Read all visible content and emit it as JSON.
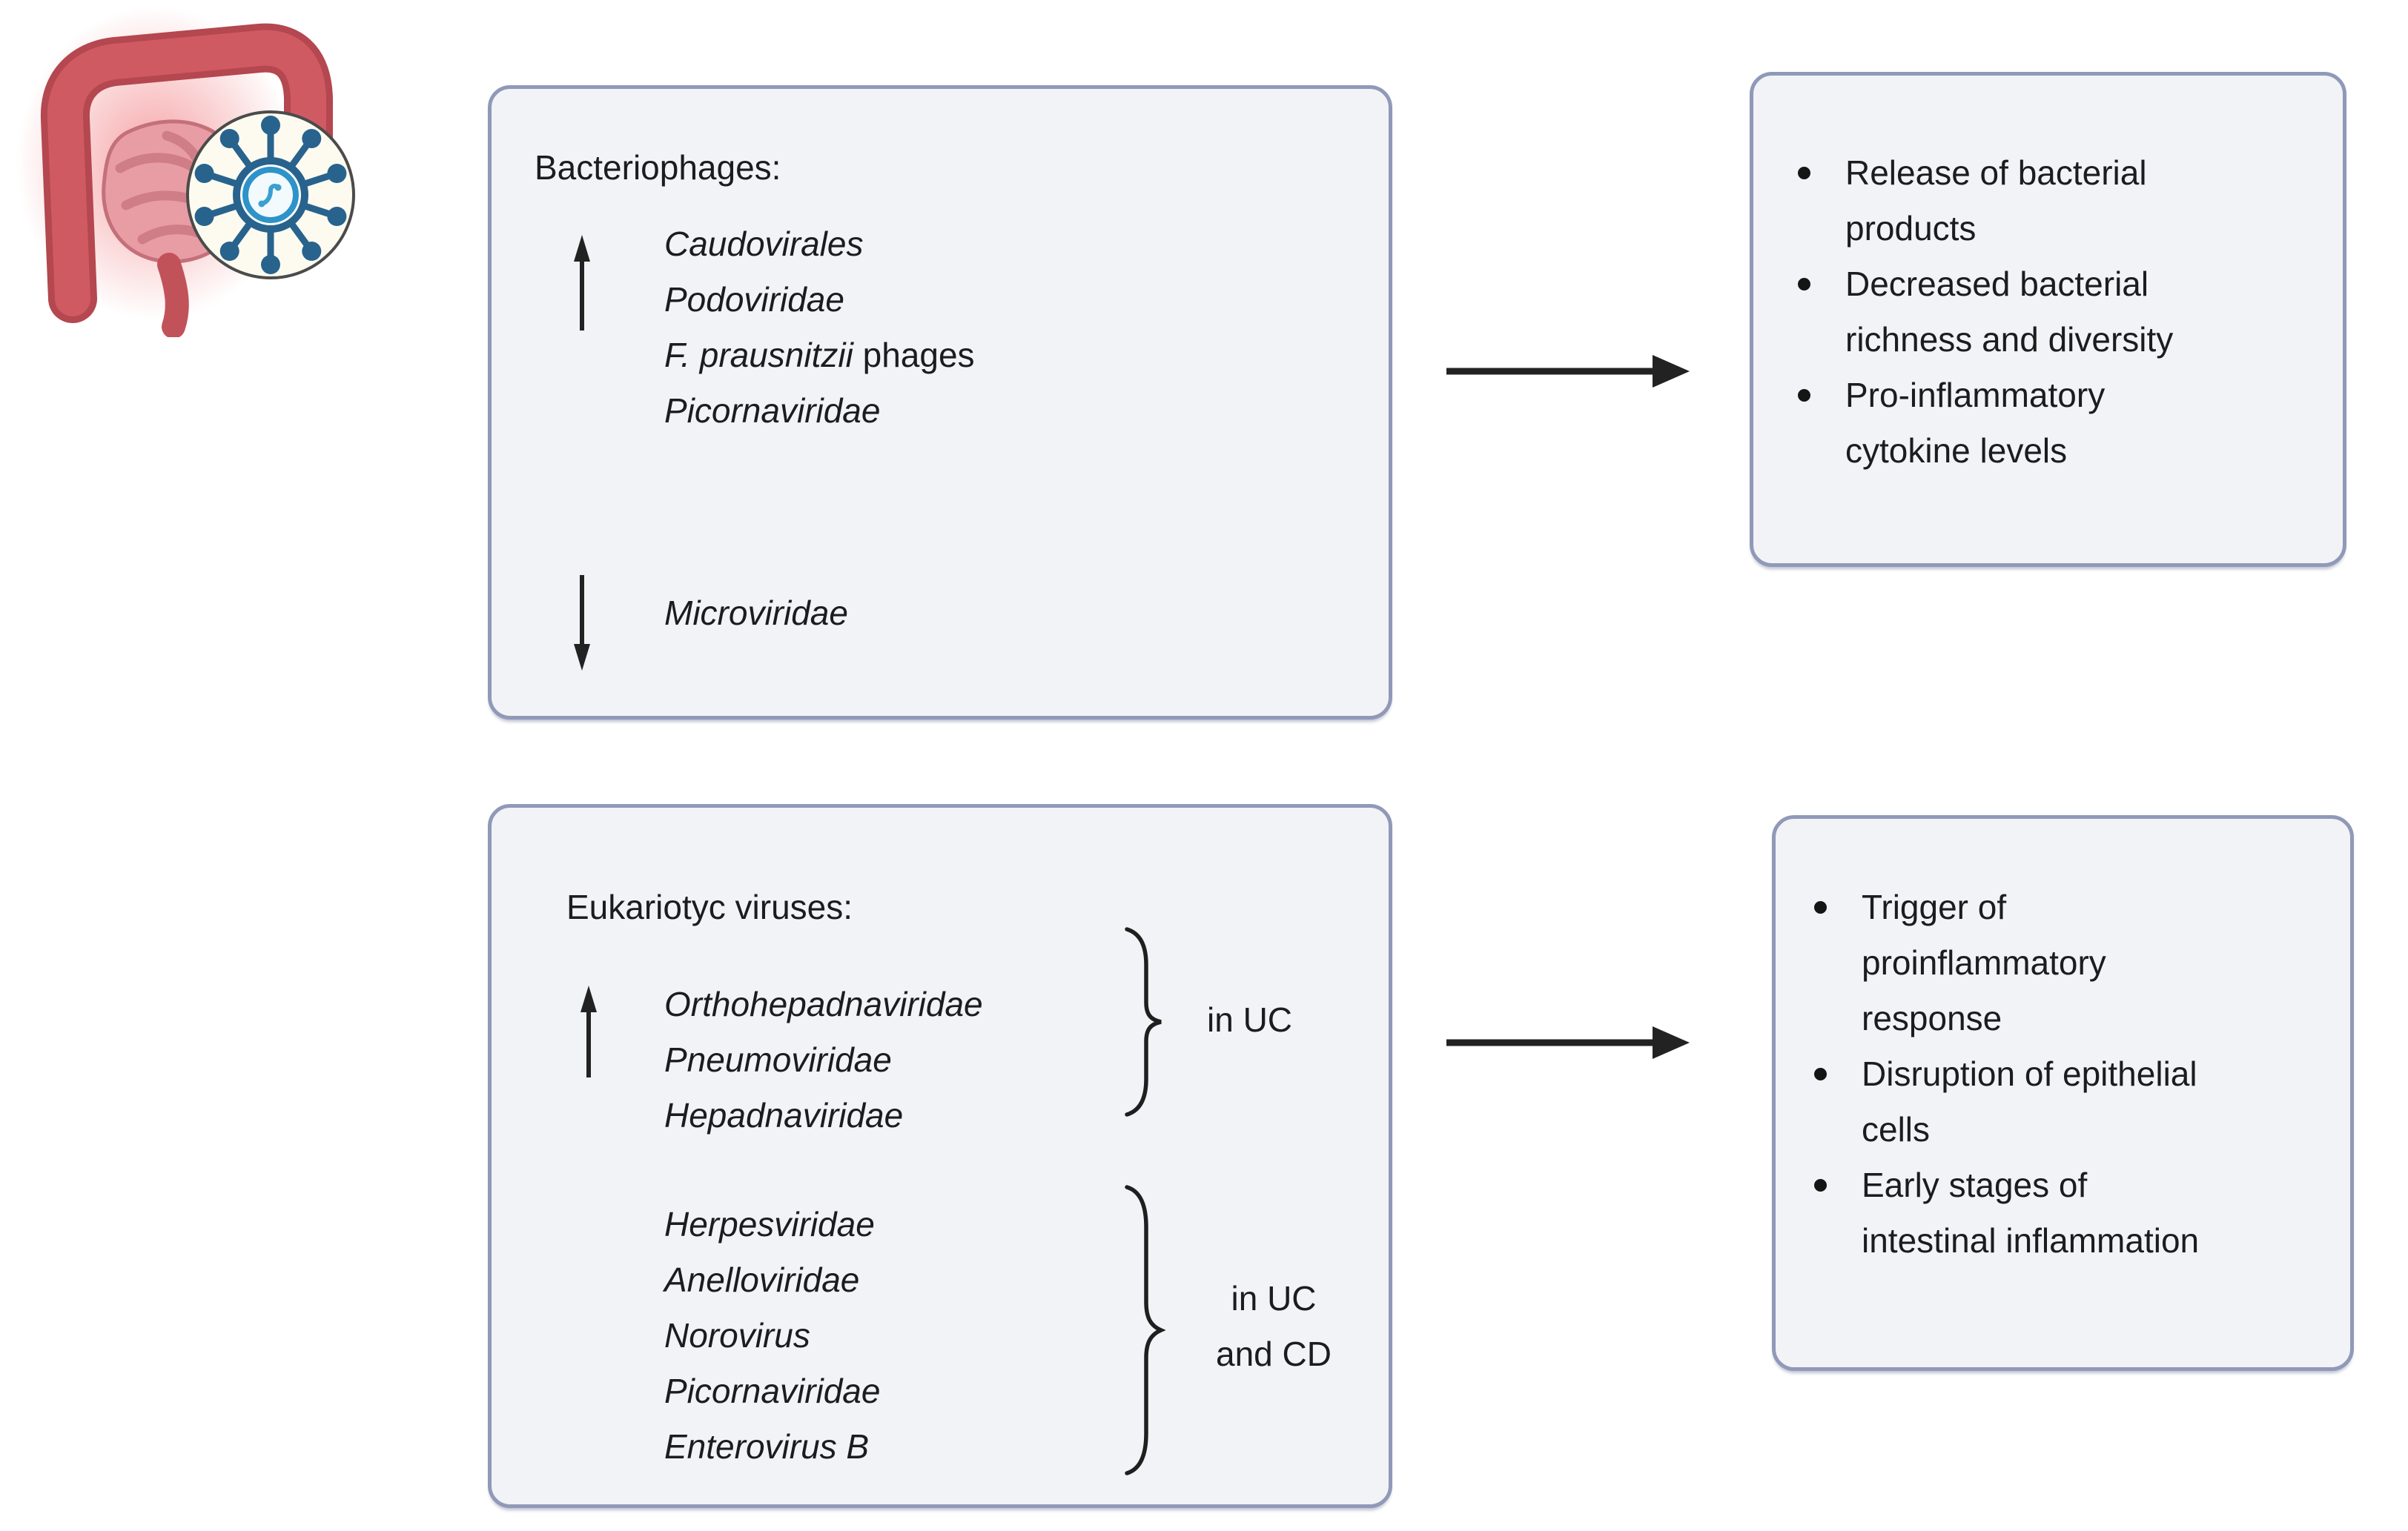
{
  "colors": {
    "panel_fill": "#f2f3f6",
    "panel_border": "#9099b8",
    "text": "#1c1c1e",
    "arrow": "#222222",
    "virus_dark_blue": "#28638d",
    "virus_light_blue": "#2e93c9",
    "intestine_red": "#d05a62"
  },
  "icons": {
    "intestine_icon": "stylized inflamed large intestine with red glow",
    "virus_icon": "virus particle badge",
    "arrow_right_icon": "→",
    "arrow_up_icon": "↑",
    "arrow_down_icon": "↓",
    "brace_icon": "}"
  },
  "bacteriophages_panel": {
    "title": "Bacteriophages:",
    "increased": [
      {
        "italic": "Caudovirales"
      },
      {
        "italic": "Podoviridae"
      },
      {
        "italic": "F. prausnitzii",
        "regular": " phages"
      },
      {
        "italic": "Picornaviridae"
      }
    ],
    "decreased": [
      {
        "italic": "Microviridae"
      }
    ]
  },
  "bacteriophage_effects_panel": {
    "bullets": [
      "Release of bacterial\nproducts",
      "Decreased bacterial\nrichness and diversity",
      "Pro-inflammatory\ncytokine levels"
    ]
  },
  "eukaryotic_panel": {
    "title": "Eukariotyc viruses:",
    "increased_in_uc": [
      {
        "italic": "Orthohepadnaviridae"
      },
      {
        "italic": "Pneumoviridae"
      },
      {
        "italic": "Hepadnaviridae"
      }
    ],
    "uc_label": "in UC",
    "in_uc_and_cd": [
      {
        "italic": "Herpesviridae"
      },
      {
        "italic": "Anelloviridae"
      },
      {
        "italic": "Norovirus"
      },
      {
        "italic": "Picornaviridae"
      },
      {
        "italic": "Enterovirus B"
      }
    ],
    "uc_cd_label": "in UC\nand CD"
  },
  "eukaryotic_effects_panel": {
    "bullets": [
      "Trigger of\nproinflammatory\nresponse",
      "Disruption of epithelial\ncells",
      "Early stages of\nintestinal inflammation"
    ]
  }
}
